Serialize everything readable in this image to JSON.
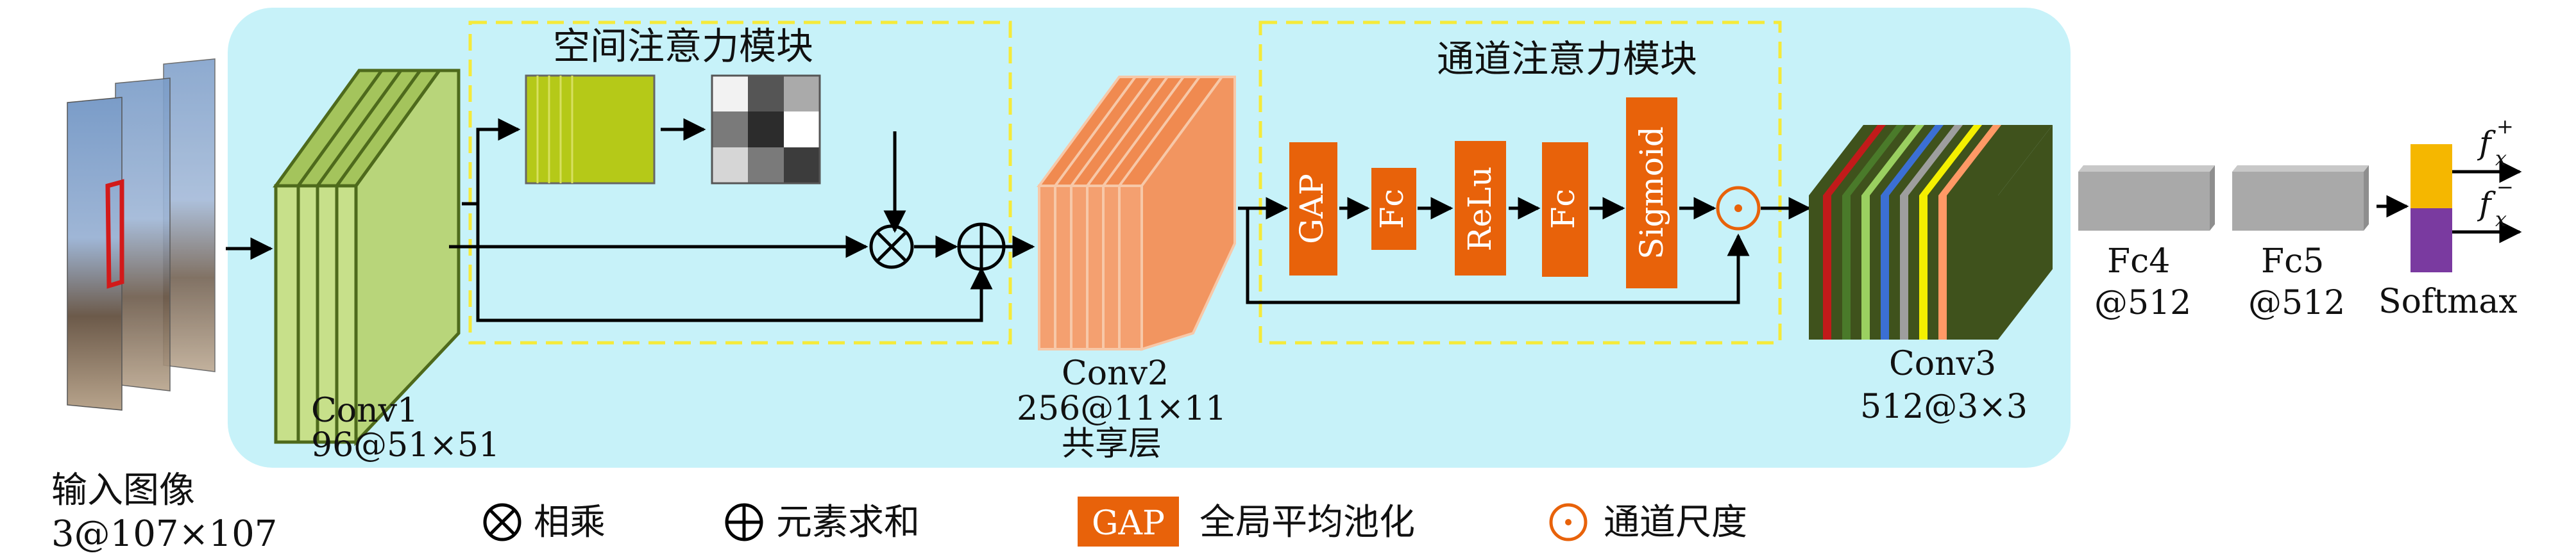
{
  "labels": {
    "input_title": "输入图像",
    "input_dims": "3@107×107",
    "conv1_title": "Conv1",
    "conv1_dims": "96@51×51",
    "spatial_module": "空间注意力模块",
    "conv2_title": "Conv2",
    "conv2_dims": "256@11×11",
    "conv2_note": "共享层",
    "channel_module": "通道注意力模块",
    "gap": "GAP",
    "fc_a": "Fc",
    "relu": "ReLu",
    "fc_b": "Fc",
    "sigmoid": "Sigmoid",
    "conv3_title": "Conv3",
    "conv3_dims": "512@3×3",
    "fc4_title": "Fc4",
    "fc4_dims": "@512",
    "fc5_title": "Fc5",
    "fc5_dims": "@512",
    "softmax": "Softmax",
    "f_pos": "f",
    "f_pos_sup": "+",
    "f_pos_sub": "x",
    "f_neg": "f",
    "f_neg_sup": "−",
    "f_neg_sub": "x"
  },
  "symbols": {
    "multiply": "⊗",
    "add": "⊕",
    "scale": "⊙"
  },
  "legend": [
    {
      "symbol": "⊗",
      "label": "相乘"
    },
    {
      "symbol": "⊕",
      "label": "元素求和"
    },
    {
      "symbol": "GAP",
      "label": "全局平均池化"
    },
    {
      "symbol": "⊙",
      "label": "通道尺度"
    }
  ],
  "colors": {
    "panel": "#c7f2f9",
    "dashed_box": "#f5ea3a",
    "conv1": "#b8d57a",
    "conv1_edge": "#4e6a1c",
    "spatial_map": "#b5c918",
    "conv2": "#f4a070",
    "op_box": "#e8620a",
    "conv3": "#3f521c",
    "fc": "#a9a9a9",
    "softmax_top": "#f5b700",
    "softmax_bottom": "#7a3aa0",
    "scale_symbol": "#e8620a"
  },
  "conv3_stripes": [
    "#c21a1a",
    "#4a7a2a",
    "#9ad060",
    "#3b6fd4",
    "#9e9e9e",
    "#f4f000",
    "#ff9966"
  ],
  "spatial_grid": [
    "#f2f2f2",
    "#555555",
    "#aaaaaa",
    "#7a7a7a",
    "#2c2c2c",
    "#ffffff",
    "#d6d6d6",
    "#7a7a7a",
    "#3c3c3c"
  ]
}
